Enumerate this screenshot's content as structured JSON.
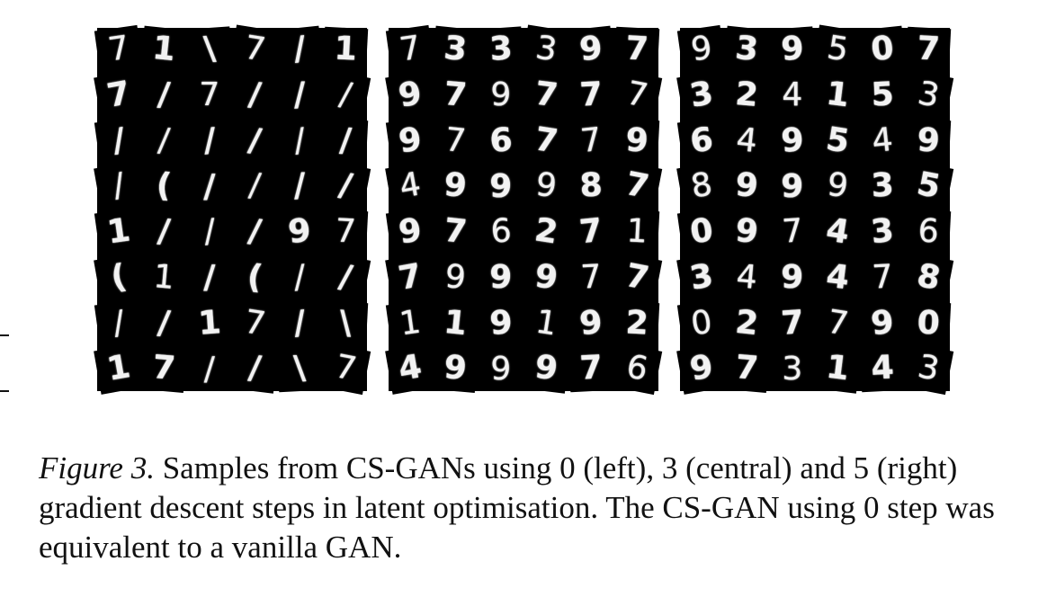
{
  "figure": {
    "caption_label": "Figure 3.",
    "caption_text": " Samples from CS-GANs using 0 (left), 3 (central) and 5 (right) gradient descent steps in latent optimisation. The CS-GAN using 0 step was equivalent to a vanilla GAN."
  },
  "panels": {
    "left": [
      [
        "7",
        "1",
        "\\",
        "7",
        "/",
        "1"
      ],
      [
        "7",
        "/",
        "7",
        "/",
        "/",
        "/"
      ],
      [
        "/",
        "/",
        "/",
        "/",
        "/",
        "/"
      ],
      [
        "/",
        "(",
        "/",
        "/",
        "/",
        "/"
      ],
      [
        "1",
        "/",
        "/",
        "/",
        "9",
        "7"
      ],
      [
        "(",
        "1",
        "/",
        "(",
        "/",
        "/"
      ],
      [
        "/",
        "/",
        "1",
        "7",
        "/",
        "\\"
      ],
      [
        "1",
        "7",
        "/",
        "/",
        "\\",
        "7"
      ]
    ],
    "central": [
      [
        "7",
        "3",
        "3",
        "3",
        "9",
        "7"
      ],
      [
        "9",
        "7",
        "9",
        "7",
        "7",
        "7"
      ],
      [
        "9",
        "7",
        "6",
        "7",
        "7",
        "9"
      ],
      [
        "4",
        "9",
        "9",
        "9",
        "8",
        "7"
      ],
      [
        "9",
        "7",
        "6",
        "2",
        "7",
        "1"
      ],
      [
        "7",
        "9",
        "9",
        "9",
        "7",
        "7"
      ],
      [
        "1",
        "1",
        "9",
        "1",
        "9",
        "2"
      ],
      [
        "4",
        "9",
        "9",
        "9",
        "7",
        "6"
      ]
    ],
    "right": [
      [
        "9",
        "3",
        "9",
        "5",
        "0",
        "7"
      ],
      [
        "3",
        "2",
        "4",
        "1",
        "5",
        "3"
      ],
      [
        "6",
        "4",
        "9",
        "5",
        "4",
        "9"
      ],
      [
        "8",
        "9",
        "9",
        "9",
        "3",
        "5"
      ],
      [
        "0",
        "9",
        "7",
        "4",
        "3",
        "6"
      ],
      [
        "3",
        "4",
        "9",
        "4",
        "7",
        "8"
      ],
      [
        "0",
        "2",
        "7",
        "7",
        "9",
        "0"
      ],
      [
        "9",
        "7",
        "3",
        "1",
        "4",
        "3"
      ]
    ]
  }
}
